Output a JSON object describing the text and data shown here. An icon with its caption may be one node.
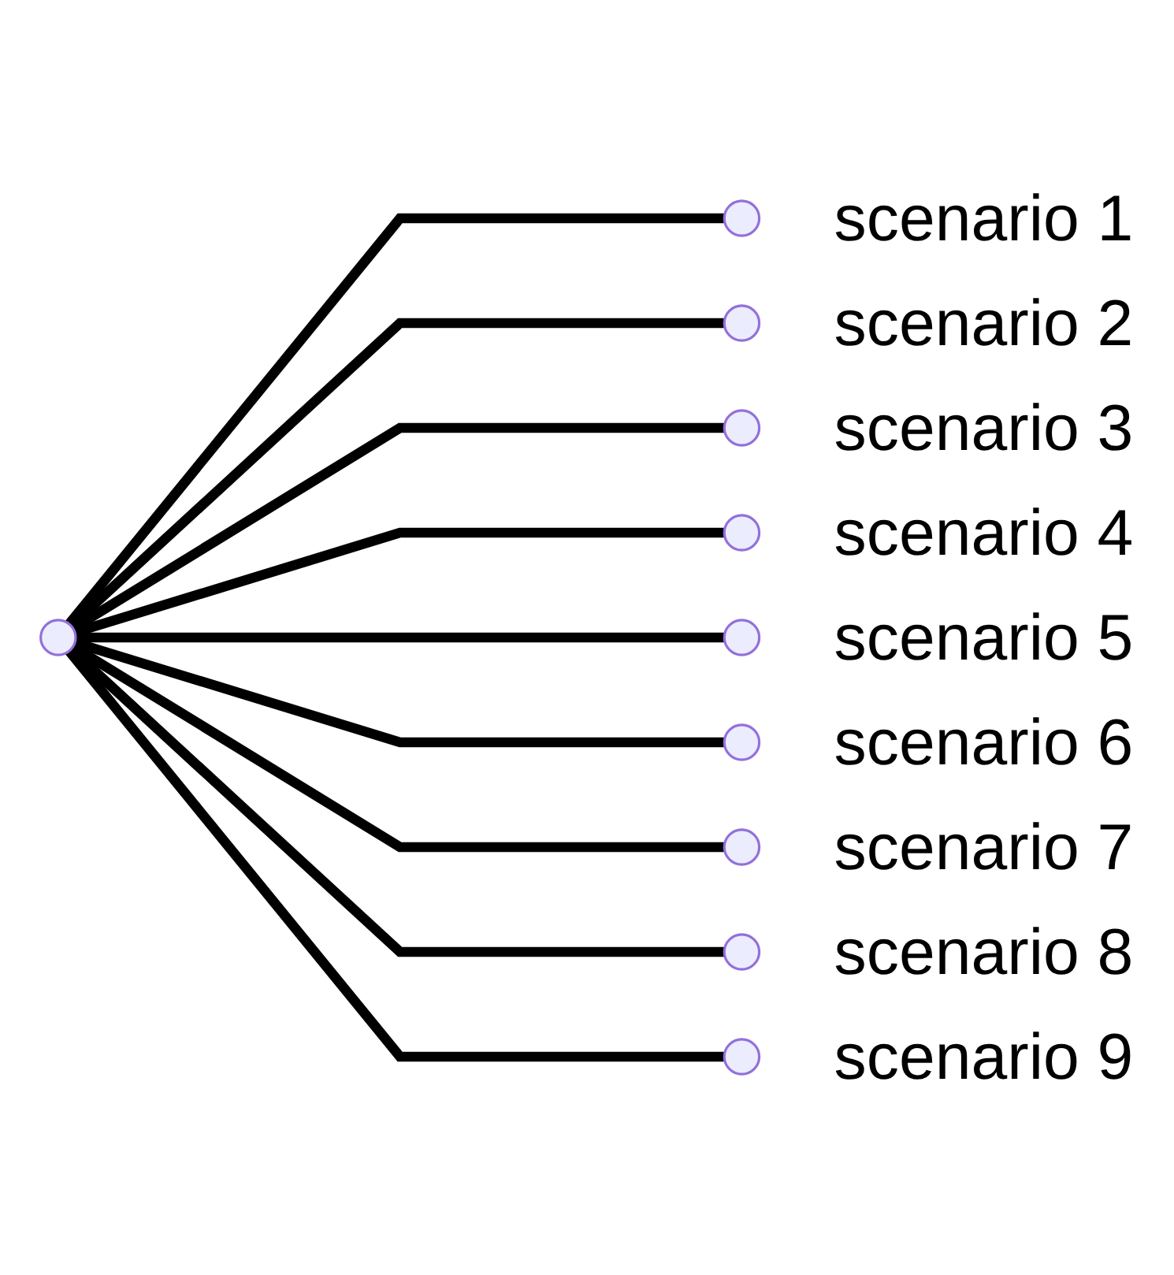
{
  "diagram": {
    "nodes": [
      {
        "text": [],
        "shape": "circle"
      },
      {
        "text": [],
        "shape": "circle",
        "beside": [
          "scenario 1"
        ]
      },
      {
        "text": [],
        "shape": "circle",
        "beside": [
          "scenario 2"
        ]
      },
      {
        "text": [],
        "shape": "circle",
        "beside": [
          "scenario 3"
        ]
      },
      {
        "text": [],
        "shape": "circle",
        "beside": [
          "scenario 4"
        ]
      },
      {
        "text": [],
        "shape": "circle",
        "beside": [
          "scenario 5"
        ]
      },
      {
        "text": [],
        "shape": "circle",
        "beside": [
          "scenario 6"
        ]
      },
      {
        "text": [],
        "shape": "circle",
        "beside": [
          "scenario 7"
        ]
      },
      {
        "text": [],
        "shape": "circle",
        "beside": [
          "scenario 8"
        ]
      },
      {
        "text": [],
        "shape": "circle",
        "beside": [
          "scenario 9"
        ]
      }
    ],
    "edges": [
      {
        "from": 0,
        "to": 1,
        "arrow": "none"
      },
      {
        "from": 0,
        "to": 2,
        "arrow": "none"
      },
      {
        "from": 0,
        "to": 3,
        "arrow": "none"
      },
      {
        "from": 0,
        "to": 4,
        "arrow": "none"
      },
      {
        "from": 0,
        "to": 5,
        "arrow": "none"
      },
      {
        "from": 0,
        "to": 6,
        "arrow": "none"
      },
      {
        "from": 0,
        "to": 7,
        "arrow": "none"
      },
      {
        "from": 0,
        "to": 8,
        "arrow": "none"
      },
      {
        "from": 0,
        "to": 9,
        "arrow": "none"
      }
    ]
  }
}
